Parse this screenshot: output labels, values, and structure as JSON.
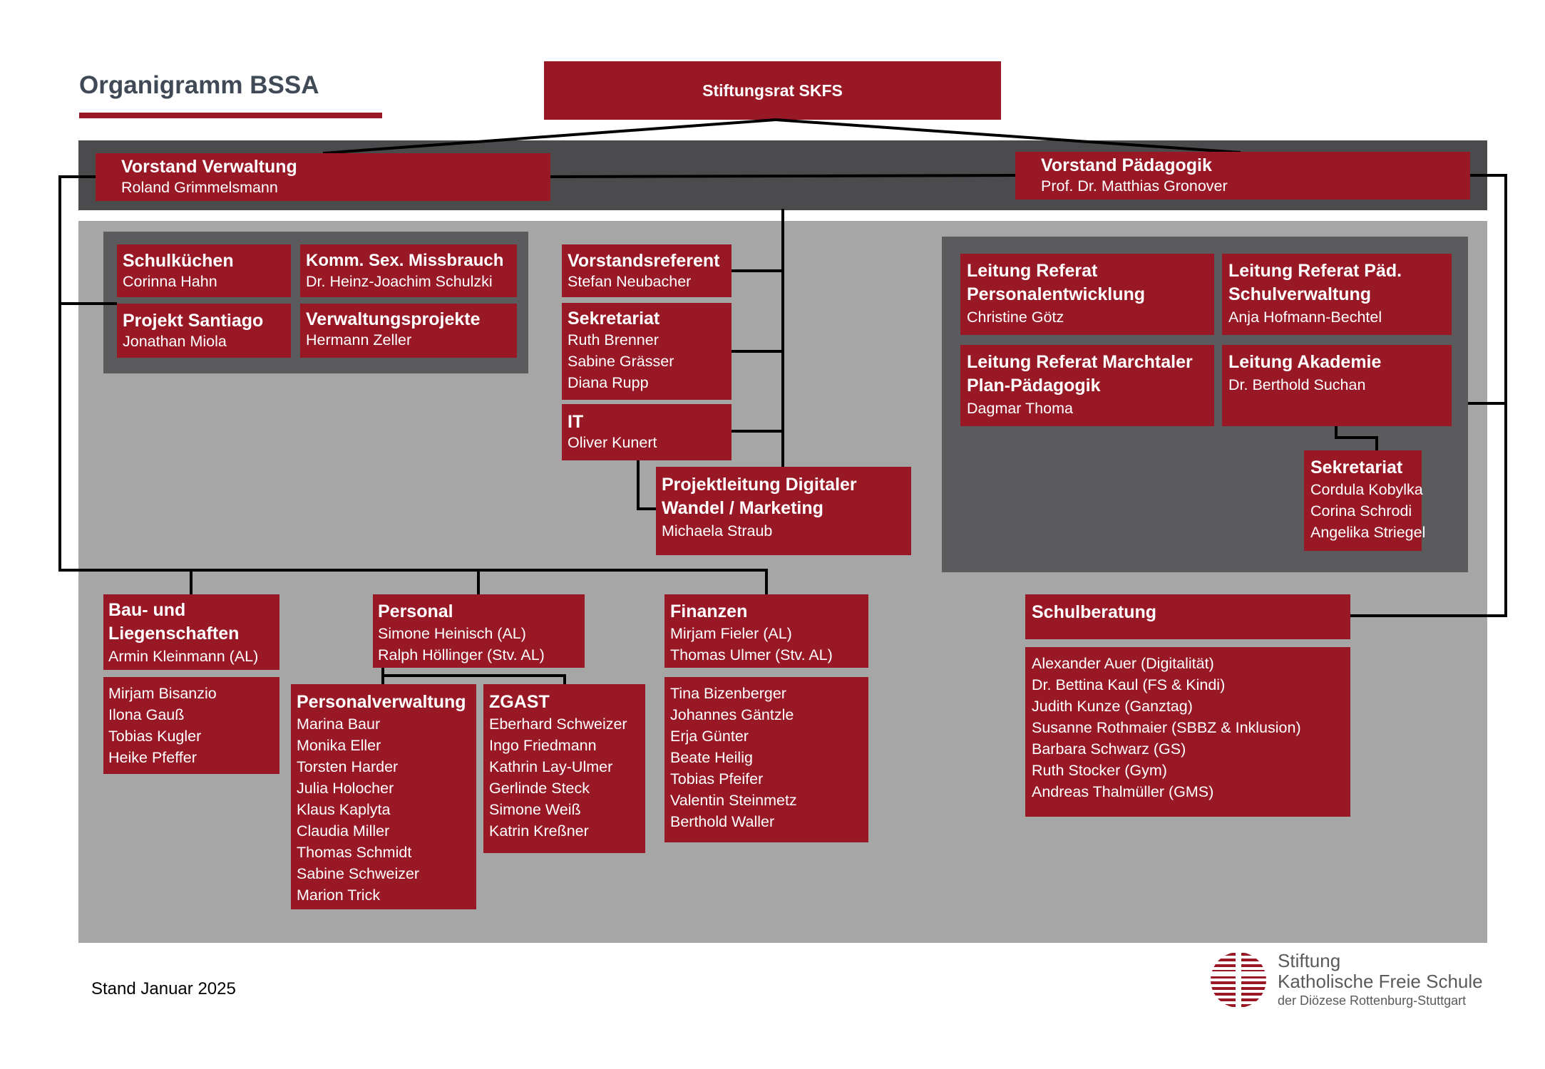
{
  "header": {
    "title": "Organigramm BSSA",
    "top": "Stiftungsrat SKFS"
  },
  "vorstand": {
    "verwaltung": {
      "title": "Vorstand Verwaltung",
      "name": "Roland Grimmelsmann"
    },
    "paedagogik": {
      "title": "Vorstand Pädagogik",
      "name": "Prof. Dr. Matthias Gronover"
    }
  },
  "left_group": {
    "schulkuechen": {
      "title": "Schulküchen",
      "name": "Corinna Hahn"
    },
    "komm": {
      "title": "Komm. Sex. Missbrauch",
      "name": "Dr. Heinz-Joachim Schulzki"
    },
    "santiago": {
      "title": "Projekt Santiago",
      "name": "Jonathan Miola"
    },
    "verwaltungsprojekte": {
      "title": "Verwaltungsprojekte",
      "name": "Hermann Zeller"
    }
  },
  "center": {
    "vorstandsreferent": {
      "title": "Vorstandsreferent",
      "name": "Stefan Neubacher"
    },
    "sekretariat": {
      "title": "Sekretariat",
      "names": [
        "Ruth Brenner",
        "Sabine Grässer",
        "Diana Rupp"
      ]
    },
    "it": {
      "title": "IT",
      "name": "Oliver Kunert"
    },
    "projektleitung": {
      "title_lines": [
        "Projektleitung Digitaler",
        "Wandel / Marketing"
      ],
      "name": "Michaela Straub"
    }
  },
  "right_group": {
    "personalentwicklung": {
      "title_lines": [
        "Leitung Referat",
        "Personalentwicklung"
      ],
      "name": "Christine Götz"
    },
    "schulverwaltung": {
      "title_lines": [
        "Leitung Referat Päd.",
        "Schulverwaltung"
      ],
      "name": "Anja Hofmann-Bechtel"
    },
    "marchtaler": {
      "title_lines": [
        "Leitung Referat Marchtaler",
        "Plan-Pädagogik"
      ],
      "name": "Dagmar Thoma"
    },
    "akademie": {
      "title": "Leitung Akademie",
      "name": "Dr. Berthold Suchan"
    },
    "sekretariat": {
      "title": "Sekretariat",
      "names": [
        "Cordula Kobylka",
        "Corina Schrodi",
        "Angelika Striegel"
      ]
    }
  },
  "departments": {
    "bau": {
      "title_lines": [
        "Bau- und",
        "Liegenschaften"
      ],
      "lead": "Armin Kleinmann (AL)",
      "members": [
        "Mirjam Bisanzio",
        "Ilona Gauß",
        "Tobias Kugler",
        "Heike Pfeffer"
      ]
    },
    "personal": {
      "title": "Personal",
      "leads": [
        "Simone Heinisch (AL)",
        "Ralph Höllinger (Stv. AL)"
      ]
    },
    "personalverwaltung": {
      "title": "Personalverwaltung",
      "members": [
        "Marina Baur",
        "Monika Eller",
        "Torsten Harder",
        "Julia Holocher",
        "Klaus Kaplyta",
        "Claudia Miller",
        "Thomas Schmidt",
        "Sabine Schweizer",
        "Marion Trick"
      ]
    },
    "zgast": {
      "title": "ZGAST",
      "members": [
        "Eberhard Schweizer",
        "Ingo Friedmann",
        "Kathrin Lay-Ulmer",
        "Gerlinde Steck",
        "Simone Weiß",
        "Katrin Kreßner"
      ]
    },
    "finanzen": {
      "title": "Finanzen",
      "leads": [
        "Mirjam Fieler (AL)",
        "Thomas Ulmer (Stv. AL)"
      ],
      "members": [
        "Tina Bizenberger",
        "Johannes Gäntzle",
        "Erja Günter",
        "Beate Heilig",
        "Tobias Pfeifer",
        "Valentin Steinmetz",
        "Berthold Waller"
      ]
    },
    "schulberatung": {
      "title": "Schulberatung",
      "members": [
        "Alexander Auer (Digitalität)",
        "Dr. Bettina Kaul (FS & Kindi)",
        "Judith Kunze (Ganztag)",
        "Susanne Rothmaier (SBBZ & Inklusion)",
        "Barbara Schwarz (GS)",
        "Ruth Stocker (Gym)",
        "Andreas Thalmüller (GMS)"
      ]
    }
  },
  "footer": {
    "stand": "Stand Januar 2025",
    "logo_line1": "Stiftung",
    "logo_line2": "Katholische Freie Schule",
    "logo_line3": "der Diözese Rottenburg-Stuttgart"
  },
  "colors": {
    "brand_red": "#991826",
    "dark_band": "#4b4b4d",
    "panel_gray": "#a6a6a6",
    "group_gray": "#5b5b5d"
  }
}
